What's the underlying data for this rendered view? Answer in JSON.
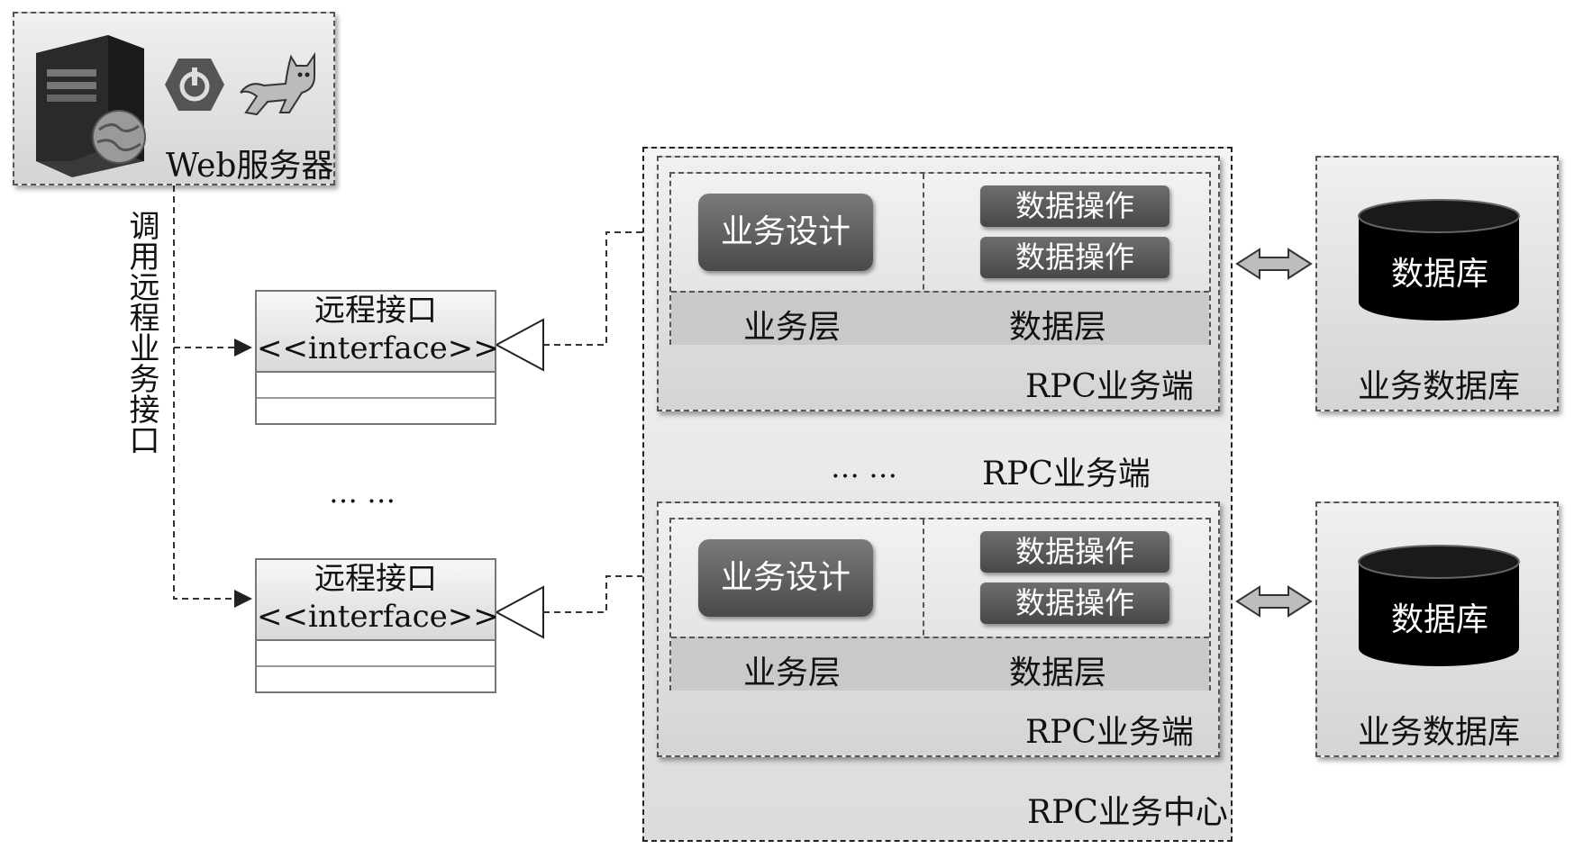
{
  "web_server": {
    "label": "Web服务器"
  },
  "call_label": "调用远程业务接口",
  "interfaces": [
    {
      "name": "远程接口",
      "stereotype": "<<interface>>"
    },
    {
      "name": "远程接口",
      "stereotype": "<<interface>>"
    }
  ],
  "left_ellipsis": "…   …",
  "rpc_clients": [
    {
      "business_design": "业务设计",
      "data_ops": [
        "数据操作",
        "数据操作"
      ],
      "business_layer": "业务层",
      "data_layer": "数据层",
      "label": "RPC业务端"
    },
    {
      "business_design": "业务设计",
      "data_ops": [
        "数据操作",
        "数据操作"
      ],
      "business_layer": "业务层",
      "data_layer": "数据层",
      "label": "RPC业务端"
    }
  ],
  "middle_ellipsis": "…   …",
  "middle_label": "RPC业务端",
  "rpc_center_label": "RPC业务中心",
  "databases": [
    {
      "cylinder_label": "数据库",
      "label": "业务数据库"
    },
    {
      "cylinder_label": "数据库",
      "label": "业务数据库"
    }
  ],
  "colors": {
    "dark_button": "#5a5a5a",
    "panel": "#d8d8d8",
    "cylinder": "#000000"
  },
  "icons": [
    "server-icon",
    "globe-icon",
    "power-icon",
    "tomcat-icon"
  ]
}
